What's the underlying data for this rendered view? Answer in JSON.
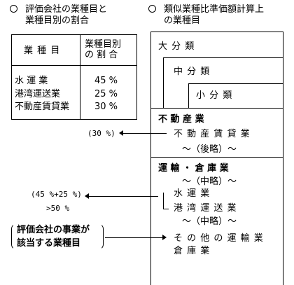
{
  "left_heading": [
    "評価会社の業種目と",
    "業種目別の割合"
  ],
  "right_heading": [
    "類似業種比準価額計算上",
    "の業種目"
  ],
  "table": {
    "header_left": "業 種 目",
    "header_right": [
      "業種目別",
      "の 割 合"
    ],
    "rows": [
      {
        "name": "水  運  業",
        "ratio": "45 %"
      },
      {
        "name": "港湾運送業",
        "ratio": "25 %"
      },
      {
        "name": "不動産賃貸業",
        "ratio": "30 %"
      }
    ]
  },
  "classification": {
    "dai": "大    分    類",
    "chu": "中    分    類",
    "sho": "小    分    類"
  },
  "real_estate": {
    "title": "不    動    産    業",
    "item": "不 動 産 賃 貸 業",
    "omitted": "～（後略）～"
  },
  "transport": {
    "title": "運 輸 ・ 倉 庫 業",
    "omitted_mid1": "～（中略）～",
    "water": "水     運     業",
    "port": "港  湾  運  送  業",
    "omitted_mid2": "～（中略）～",
    "other": "そ の 他 の 運 輸 業",
    "warehouse": "倉     庫     業"
  },
  "annotations": {
    "pct_30": "(30 %)",
    "pct_sum": "(45 %+25 %)",
    "pct_gt": ">50 %",
    "callout": [
      "評価会社の事業が",
      "該当する業種目"
    ]
  }
}
